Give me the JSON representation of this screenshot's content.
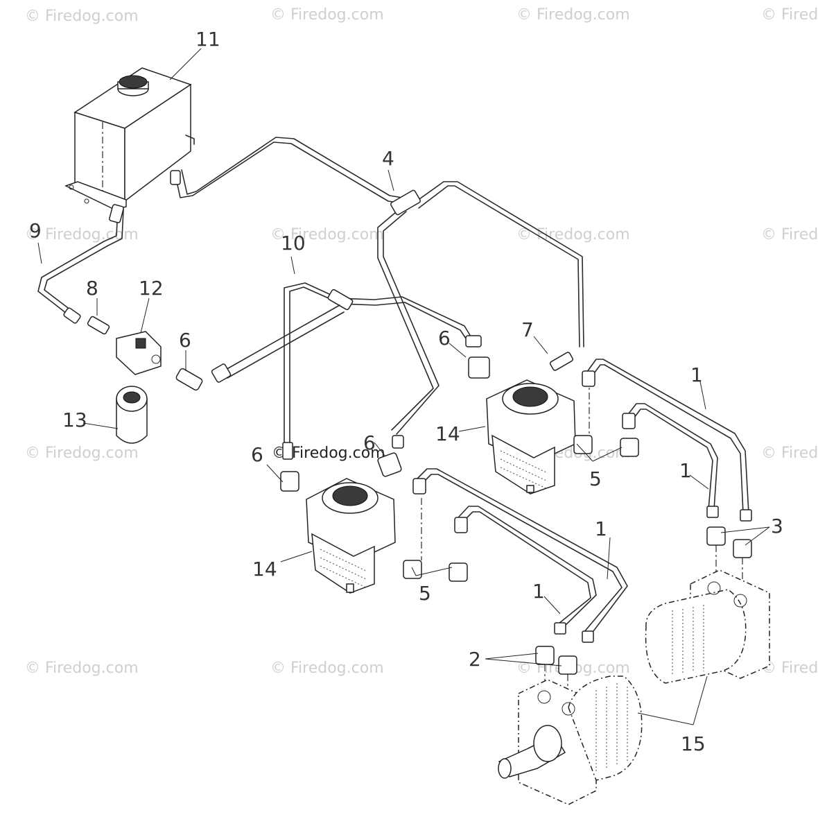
{
  "diagram": {
    "callouts": {
      "n1a": "1",
      "n1b": "1",
      "n1c": "1",
      "n1d": "1",
      "n2": "2",
      "n3": "3",
      "n4": "4",
      "n5a": "5",
      "n5b": "5",
      "n6a": "6",
      "n6b": "6",
      "n6c": "6",
      "n6d": "6",
      "n7": "7",
      "n8": "8",
      "n9": "9",
      "n10": "10",
      "n11": "11",
      "n12": "12",
      "n13": "13",
      "n14a": "14",
      "n14b": "14",
      "n15": "15"
    },
    "watermark": {
      "text": "© Firedog.com",
      "center_text": "© Firedog.com"
    }
  }
}
